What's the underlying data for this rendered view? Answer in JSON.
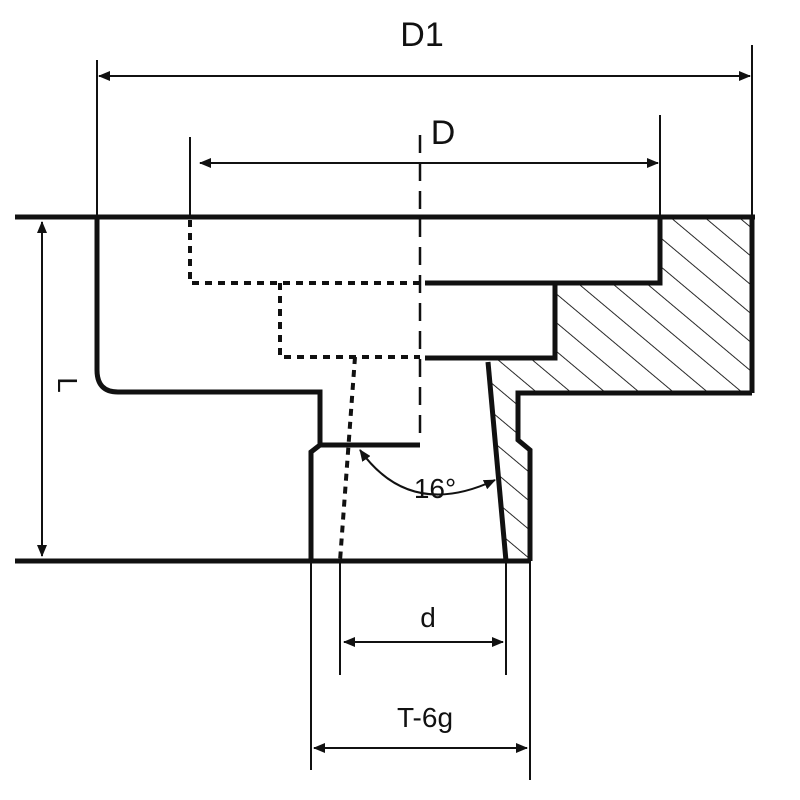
{
  "dimensions": {
    "outer_diameter": "D1",
    "inner_diameter": "D",
    "length": "L",
    "thread_diameter": "d",
    "thread_spec": "T-6g",
    "cone_angle": "16°"
  },
  "colors": {
    "line": "#111111",
    "background": "#ffffff"
  }
}
